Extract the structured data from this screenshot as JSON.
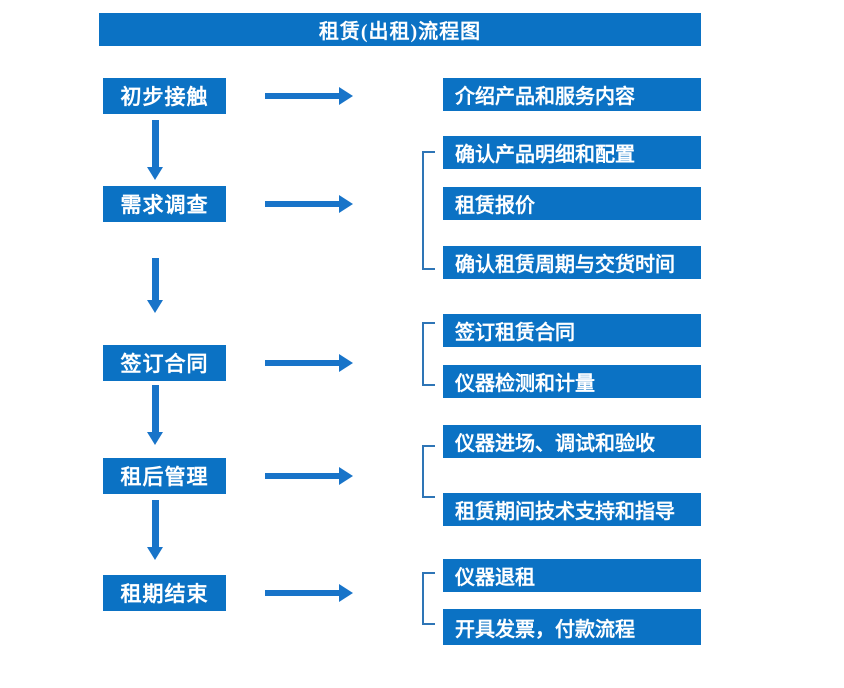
{
  "title": "租赁(出租)流程图",
  "colors": {
    "box": "#0b72c4",
    "arrow": "#1874c9",
    "bracket": "#2e75b6",
    "text": "#ffffff",
    "background": "#ffffff"
  },
  "steps": [
    {
      "label": "初步接触",
      "details": [
        "介绍产品和服务内容"
      ]
    },
    {
      "label": "需求调查",
      "details": [
        "确认产品明细和配置",
        "租赁报价",
        "确认租赁周期与交货时间"
      ]
    },
    {
      "label": "签订合同",
      "details": [
        "签订租赁合同",
        "仪器检测和计量"
      ]
    },
    {
      "label": "租后管理",
      "details": [
        "仪器进场、调试和验收",
        "租赁期间技术支持和指导"
      ]
    },
    {
      "label": "租期结束",
      "details": [
        "仪器退租",
        "开具发票，付款流程"
      ]
    }
  ]
}
